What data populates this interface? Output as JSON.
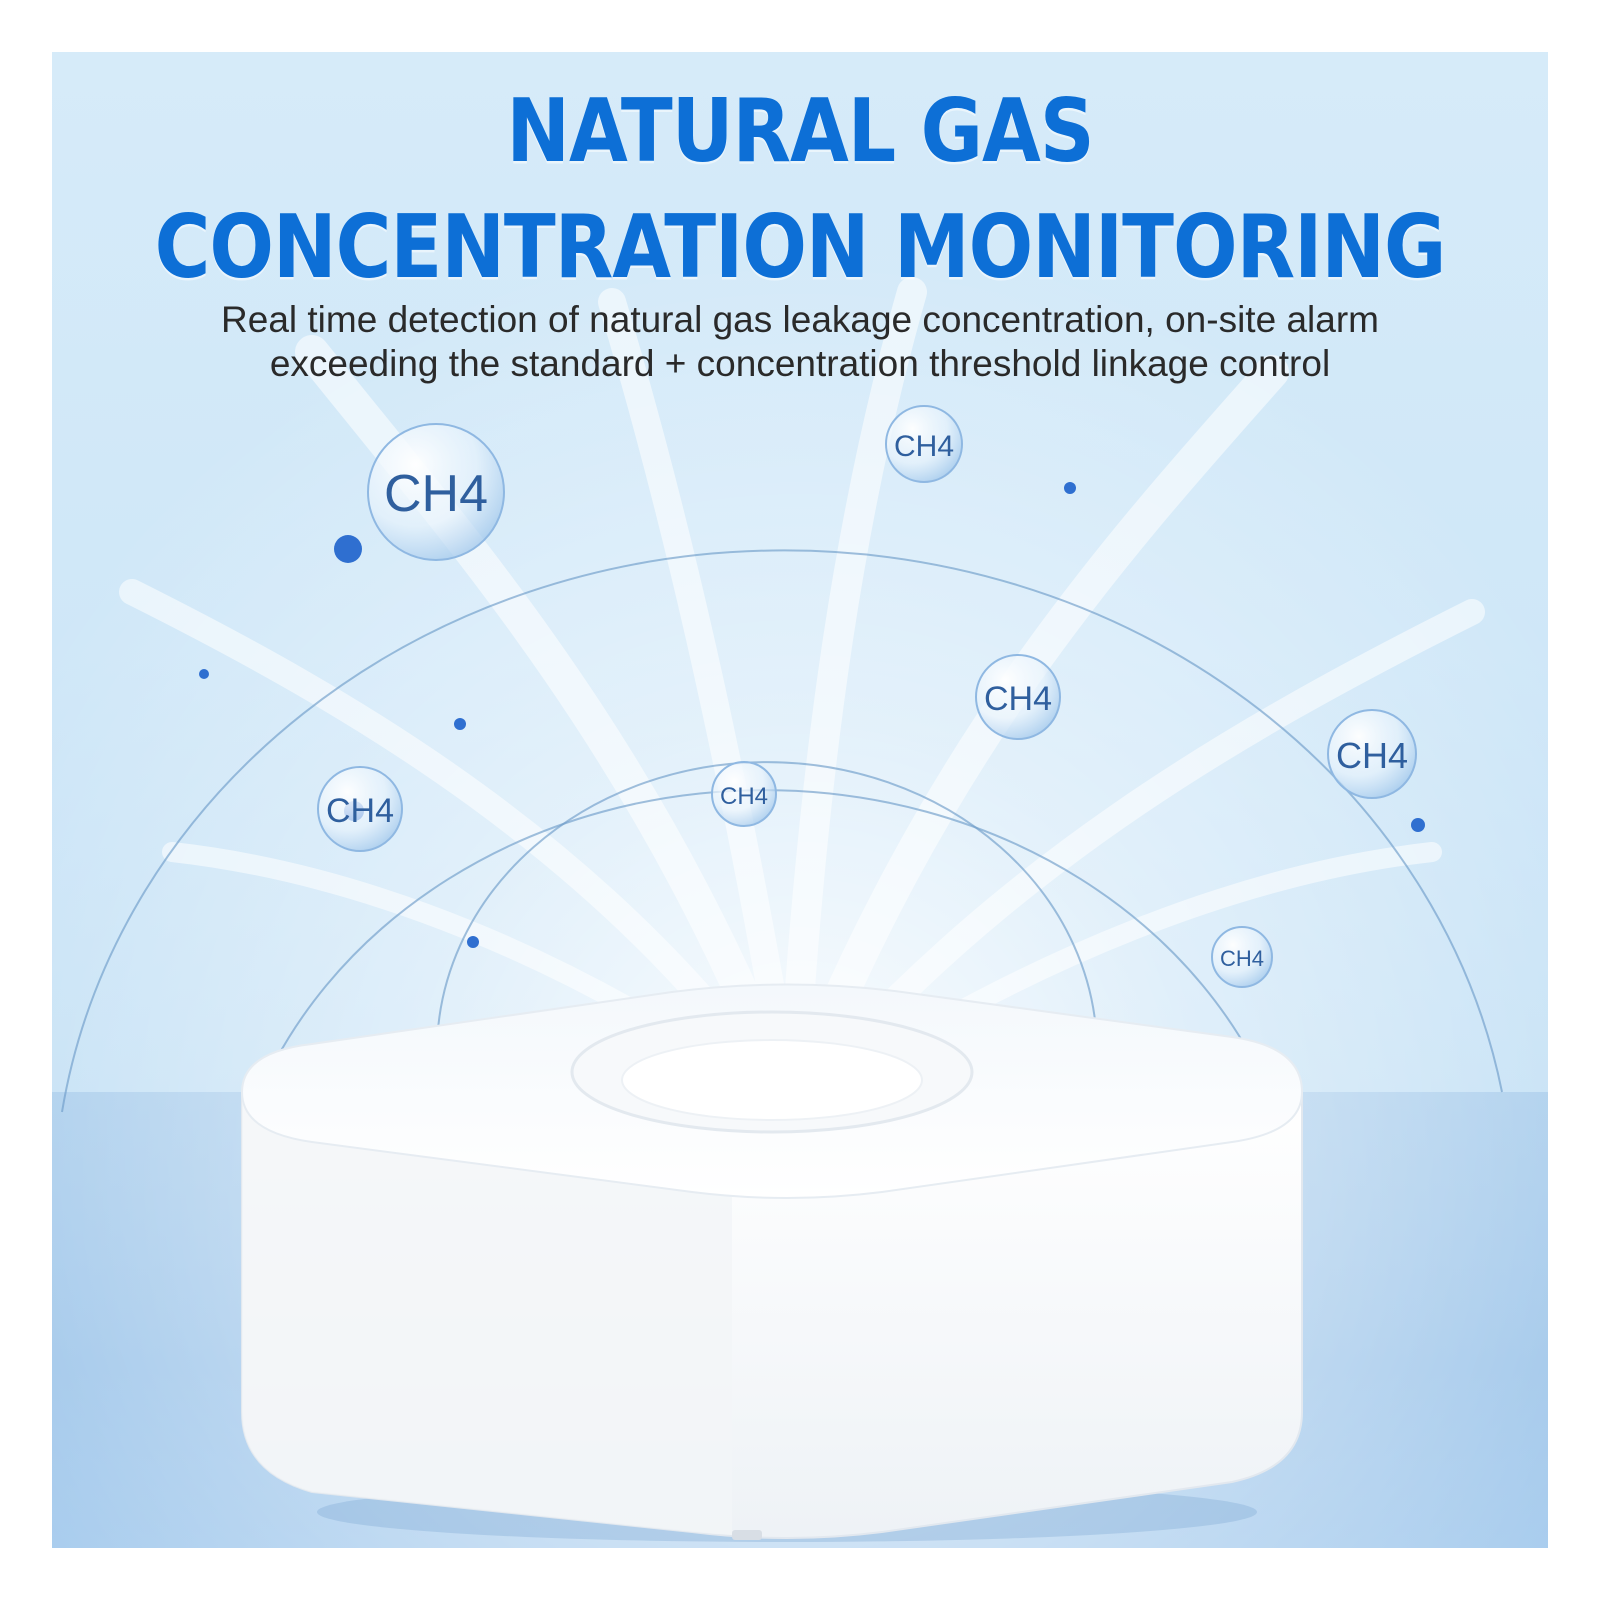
{
  "headline": {
    "line1": "NATURAL GAS",
    "line2": "CONCENTRATION MONITORING"
  },
  "subtitle": {
    "line1": "Real time detection of natural gas leakage concentration, on-site alarm",
    "line2": "exceeding the standard + concentration threshold linkage control"
  },
  "bubbles": {
    "b1": "CH4",
    "b2": "CH4",
    "b3": "CH4",
    "b4": "CH4",
    "b5": "CH4",
    "b6": "CH4",
    "b7": "CH4"
  },
  "colors": {
    "headline": "#0d6fd6",
    "arc": "#6f9cc9",
    "dot": "#2f6fd0",
    "device": "#ffffff"
  },
  "icons": {
    "device": "gas-detector-device-icon"
  }
}
